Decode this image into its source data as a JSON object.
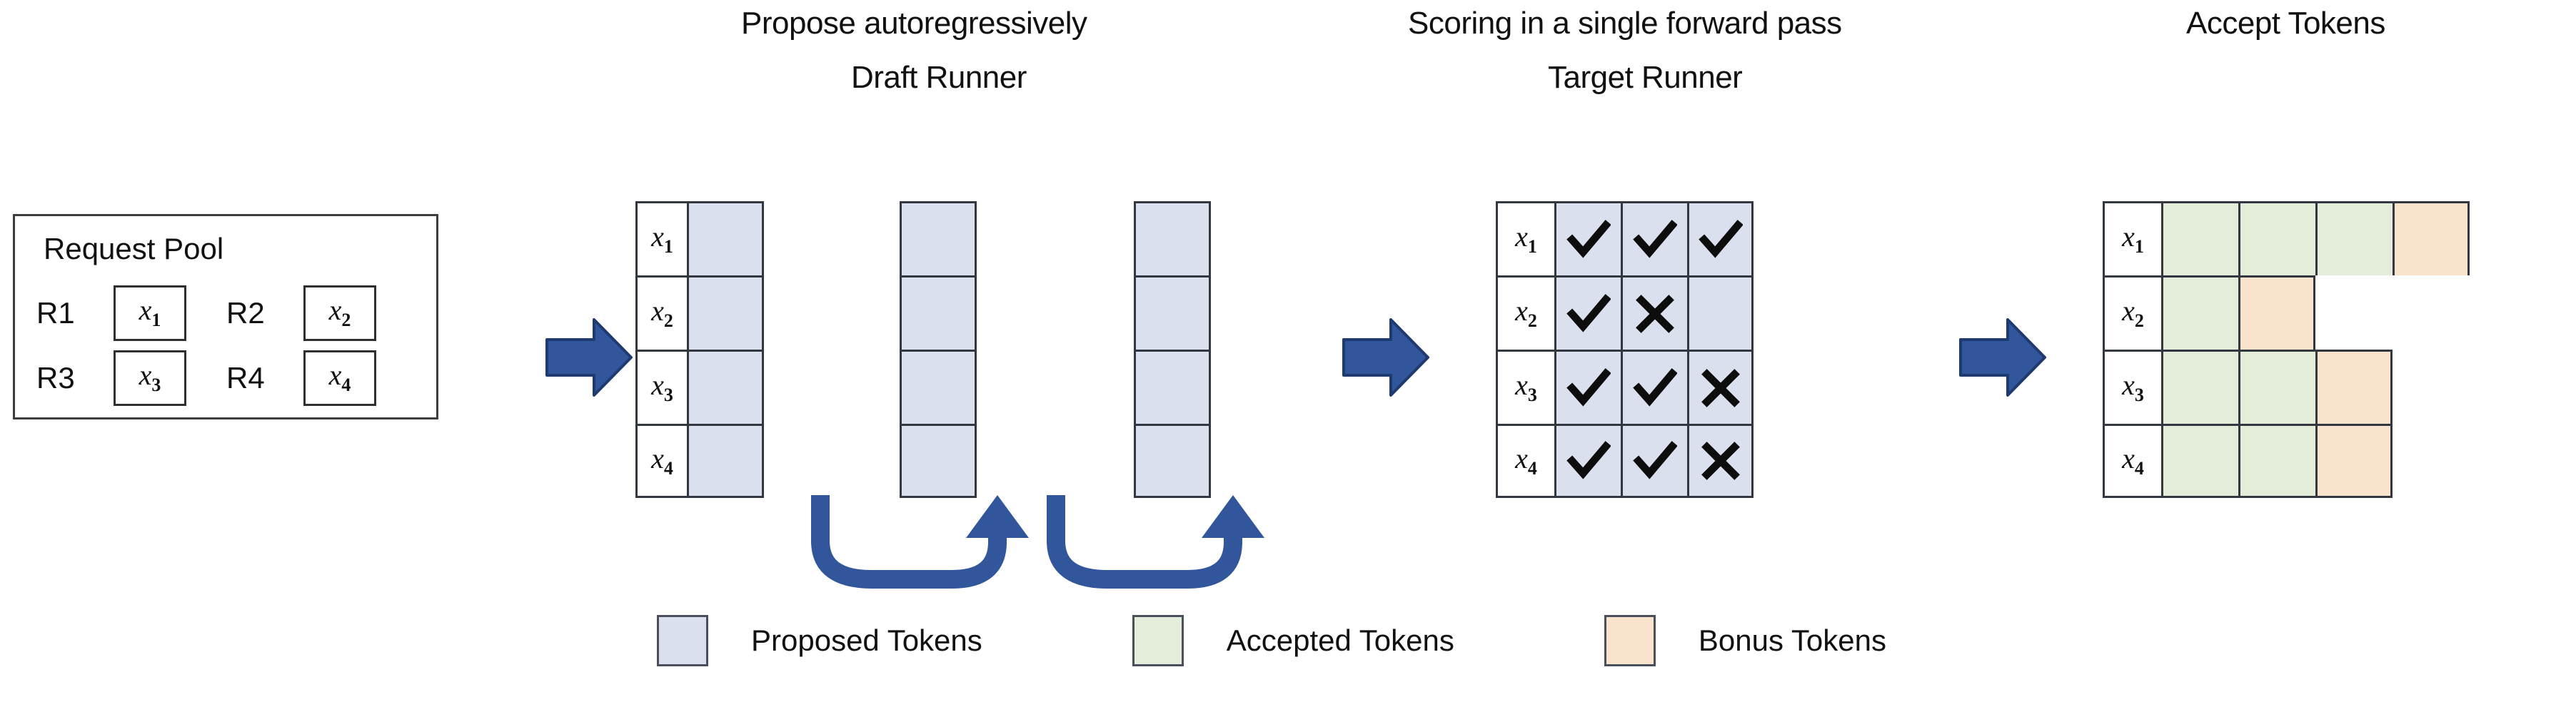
{
  "headings": {
    "propose": "Propose autoregressively",
    "draft_runner": "Draft Runner",
    "scoring": "Scoring in a single forward pass",
    "target_runner": "Target Runner",
    "accept_tokens": "Accept Tokens"
  },
  "request_pool": {
    "title": "Request Pool",
    "requests": [
      {
        "id": "R1",
        "token": "x",
        "sub": "1"
      },
      {
        "id": "R2",
        "token": "x",
        "sub": "2"
      },
      {
        "id": "R3",
        "token": "x",
        "sub": "3"
      },
      {
        "id": "R4",
        "token": "x",
        "sub": "4"
      }
    ]
  },
  "rows": [
    {
      "token": "x",
      "sub": "1"
    },
    {
      "token": "x",
      "sub": "2"
    },
    {
      "token": "x",
      "sub": "3"
    },
    {
      "token": "x",
      "sub": "4"
    }
  ],
  "draft_runner": {
    "steps": 3,
    "rows": 4,
    "cell_state": "proposed"
  },
  "target_runner": {
    "matrix": [
      [
        "check",
        "check",
        "check"
      ],
      [
        "check",
        "cross",
        "empty"
      ],
      [
        "check",
        "check",
        "cross"
      ],
      [
        "check",
        "check",
        "cross"
      ]
    ]
  },
  "accept_tokens": {
    "matrix": [
      [
        "accepted",
        "accepted",
        "accepted",
        "bonus"
      ],
      [
        "accepted",
        "bonus"
      ],
      [
        "accepted",
        "accepted",
        "bonus"
      ],
      [
        "accepted",
        "accepted",
        "bonus"
      ]
    ]
  },
  "legend": [
    {
      "label": "Proposed Tokens",
      "color": "#dbe0ef"
    },
    {
      "label": "Accepted Tokens",
      "color": "#e3edda"
    },
    {
      "label": "Bonus Tokens",
      "color": "#f9e3cd"
    }
  ],
  "colors": {
    "proposed": "#dbe0ef",
    "accepted": "#e3edda",
    "bonus": "#f9e3cd",
    "arrow": "#31569c",
    "border": "#33373f",
    "text": "#111111"
  },
  "arrows": {
    "pool_to_draft": "block-arrow-right",
    "draft_to_target": "block-arrow-right",
    "target_to_accept": "block-arrow-right",
    "loop_1": "curved-loop-arrow",
    "loop_2": "curved-loop-arrow"
  }
}
